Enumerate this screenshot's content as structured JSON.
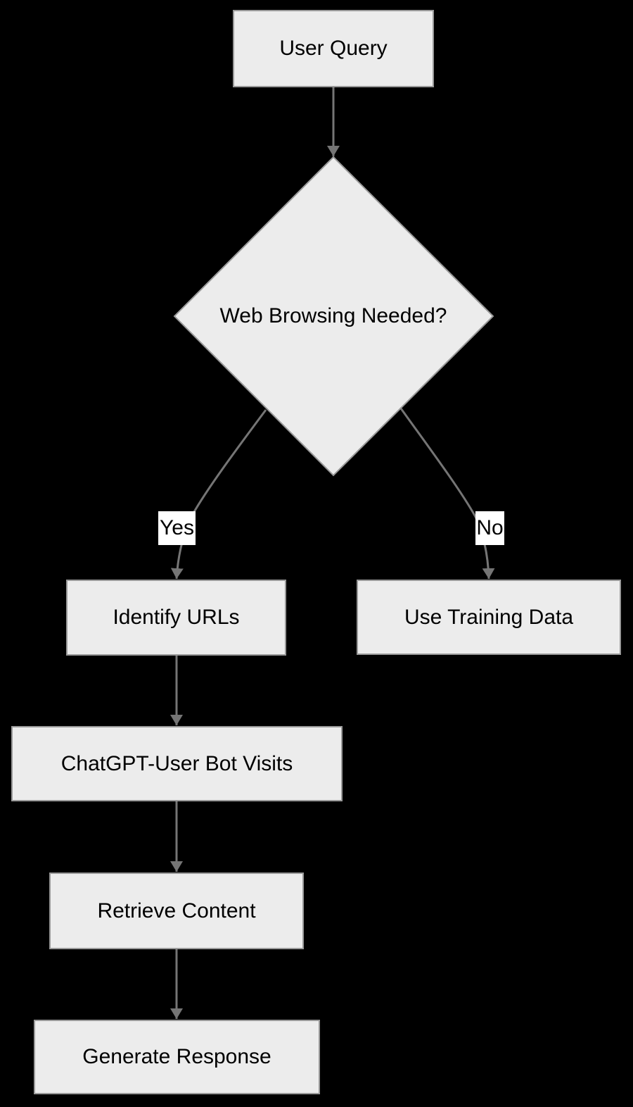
{
  "theme": {
    "background": "#000000",
    "node_fill": "#ececec",
    "node_border": "#999999",
    "edge_color": "#757575",
    "label_bg": "#ffffff",
    "text_color": "#000000"
  },
  "flowchart": {
    "title": "",
    "nodes": {
      "user_query": {
        "label": "User Query",
        "shape": "rect"
      },
      "decision": {
        "label": "Web Browsing Needed?",
        "shape": "diamond"
      },
      "identify_urls": {
        "label": "Identify URLs",
        "shape": "rect"
      },
      "use_training_data": {
        "label": "Use Training Data",
        "shape": "rect"
      },
      "bot_visits": {
        "label": "ChatGPT-User Bot Visits",
        "shape": "rect"
      },
      "retrieve_content": {
        "label": "Retrieve Content",
        "shape": "rect"
      },
      "generate_response": {
        "label": "Generate Response",
        "shape": "rect"
      }
    },
    "edge_labels": {
      "yes": "Yes",
      "no": "No"
    },
    "edges": [
      {
        "from": "user_query",
        "to": "decision",
        "label": ""
      },
      {
        "from": "decision",
        "to": "identify_urls",
        "label": "Yes"
      },
      {
        "from": "decision",
        "to": "use_training_data",
        "label": "No"
      },
      {
        "from": "identify_urls",
        "to": "bot_visits",
        "label": ""
      },
      {
        "from": "bot_visits",
        "to": "retrieve_content",
        "label": ""
      },
      {
        "from": "retrieve_content",
        "to": "generate_response",
        "label": ""
      }
    ]
  }
}
